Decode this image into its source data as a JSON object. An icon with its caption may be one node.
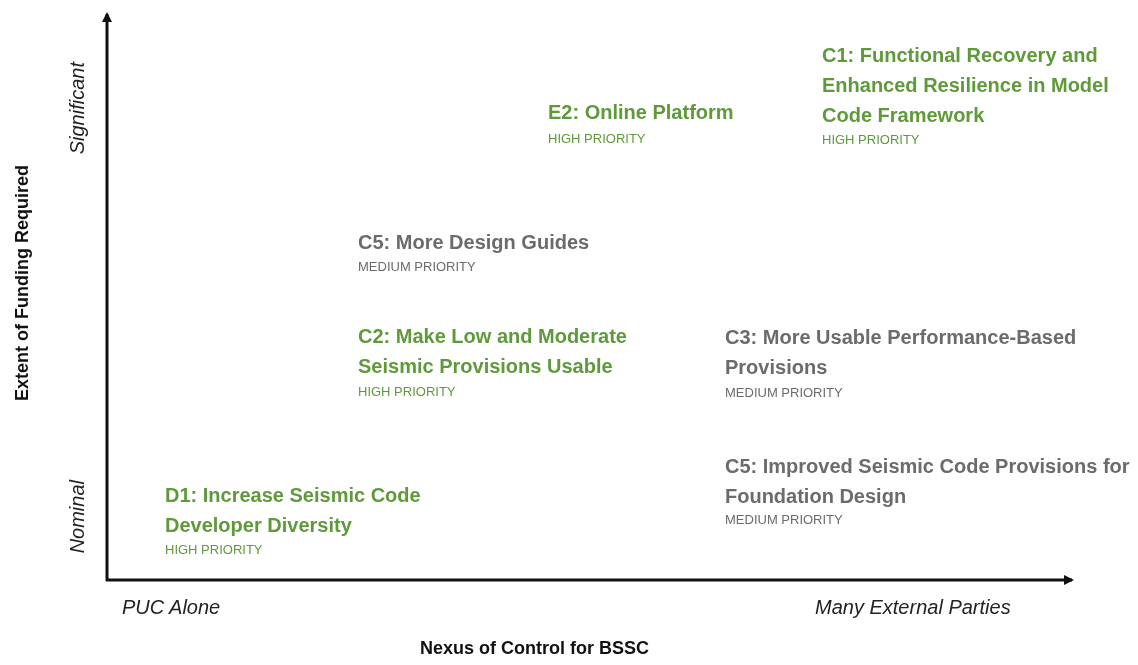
{
  "diagram": {
    "labels": [
      "Extent of Funding Required",
      "Significant",
      "Nominal",
      "E2: Online Platform",
      "HIGH PRIORITY",
      "C1: Functional Recovery and Enhanced Resilience in Model Code Framework",
      "HIGH PRIORITY",
      "C5: More Design Guides",
      "MEDIUM PRIORITY",
      "C2: Make Low and Moderate Seismic Provisions Usable",
      "HIGH PRIORITY",
      "C3: More Usable Performance-Based Provisions",
      "MEDIUM PRIORITY",
      "C5: Improved Seismic Code Provisions for Foundation Design",
      "MEDIUM PRIORITY",
      "D1: Increase Seismic Code Developer Diversity",
      "HIGH PRIORITY",
      "PUC Alone",
      "Many External Parties",
      "Nexus of Control for BSSC"
    ]
  }
}
